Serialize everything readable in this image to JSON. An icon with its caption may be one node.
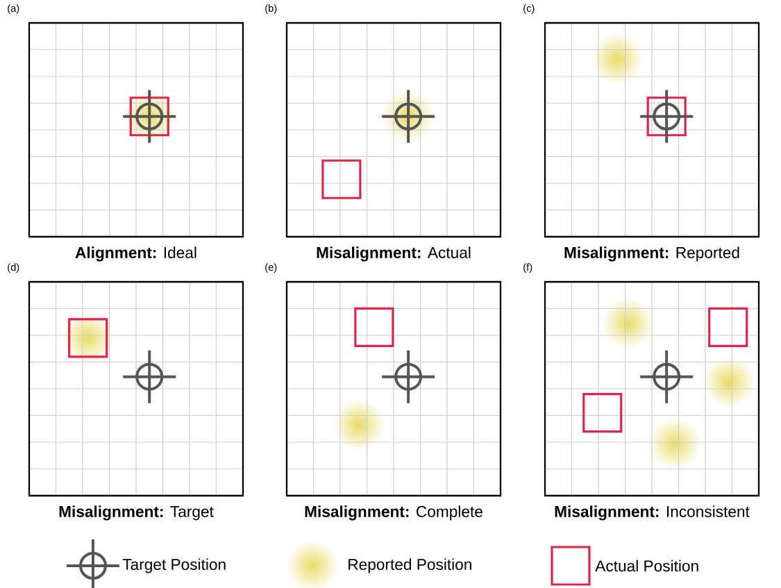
{
  "diagram": {
    "nodes": [
      {
        "text": [
          "(a)",
          "**Alignment:** Ideal"
        ]
      },
      {
        "text": [
          "(b)",
          "**Misalignment:** Actual"
        ]
      },
      {
        "text": [
          "(c)",
          "**Misalignment:** Reported"
        ]
      },
      {
        "text": [
          "(d)",
          "**Misalignment:** Target"
        ]
      },
      {
        "text": [
          "(e)",
          "**Misalignment:** Complete"
        ]
      },
      {
        "text": [
          "(f)",
          "**Misalignment:** Inconsistent"
        ]
      }
    ],
    "legend": [
      {
        "text": "Target Position"
      },
      {
        "text": "Reported Position"
      },
      {
        "text": "Actual Position"
      }
    ]
  }
}
